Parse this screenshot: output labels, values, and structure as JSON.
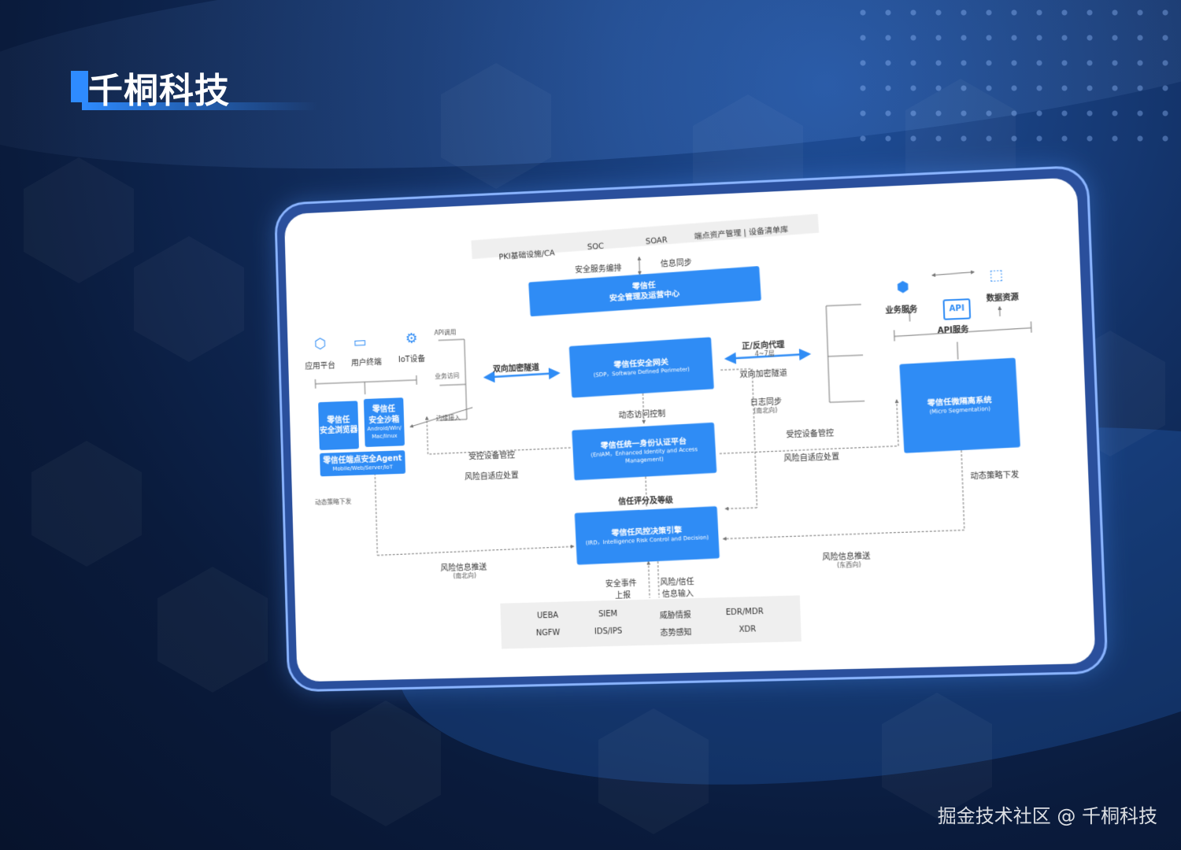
{
  "brand": {
    "name": "千桐科技",
    "accent": "#2e8bff"
  },
  "watermark": "掘金技术社区 @ 千桐科技",
  "top_bar": {
    "items": [
      "PKI基础设施/CA",
      "SOC",
      "SOAR",
      "端点资产管理 | 设备清单库"
    ]
  },
  "top_links": {
    "left": "安全服务编排",
    "right": "信息同步"
  },
  "ops_center": {
    "line1": "零信任",
    "line2": "安全管理及运营中心"
  },
  "gateway": {
    "title": "零信任安全网关",
    "sub": "(SDP，Software Defined Perimeter)"
  },
  "iam": {
    "title": "零信任统一身份认证平台",
    "sub": "(EnIAM，Enhanced Identity and Access Management)"
  },
  "engine": {
    "title": "零信任风控决策引擎",
    "sub": "(IRD，Intelligence Risk Control and Decision)"
  },
  "microseg": {
    "title": "零信任微隔离系统",
    "sub": "(Micro Segmentation)"
  },
  "client": {
    "browser": {
      "line1": "零信任",
      "line2": "安全浏览器"
    },
    "sandbox": {
      "line1": "零信任",
      "line2": "安全沙箱",
      "line3": "Android/Win/",
      "line4": "Mac/linux"
    },
    "agent": {
      "title": "零信任端点安全Agent",
      "sub": "Mobile/Web/Server/IoT"
    }
  },
  "sources": {
    "app_platform": "应用平台",
    "user_terminal": "用户终端",
    "iot_device": "IoT设备"
  },
  "access": {
    "api_call": "API调用",
    "business_access": "业务访问",
    "edge_access": "边缘接入"
  },
  "right_top": {
    "business_service": "业务服务",
    "api_service": "API服务",
    "data_resource": "数据资源",
    "api_badge": "API"
  },
  "labels": {
    "bidirectional_tunnel": "双向加密隧道",
    "proxy": "正/反向代理",
    "proxy_layer": "4~7层",
    "bidirectional_tunnel_right": "双向加密隧道",
    "log_sync": "日志同步",
    "log_sync_dir": "(南北向)",
    "dynamic_access": "动态访问控制",
    "controlled_device_left": "受控设备管控",
    "risk_adaptive_left": "风险自适应处置",
    "controlled_device_right": "受控设备管控",
    "risk_adaptive_right": "风险自适应处置",
    "dynamic_policy_left": "动态策略下发",
    "dynamic_policy_right": "动态策略下发",
    "trust_score": "信任评分及等级",
    "risk_push_left": "风险信息推送",
    "risk_push_left_dir": "(南北向)",
    "risk_push_right": "风险信息推送",
    "risk_push_right_dir": "(东西向)",
    "security_event": "安全事件",
    "security_event2": "上报",
    "risk_trust": "风险/信任",
    "risk_trust2": "信息输入"
  },
  "bottom_bar": {
    "col1": [
      "UEBA",
      "NGFW"
    ],
    "col2": [
      "SIEM",
      "IDS/IPS"
    ],
    "col3": [
      "威胁情报",
      "态势感知"
    ],
    "col4": [
      "EDR/MDR",
      "XDR"
    ]
  }
}
